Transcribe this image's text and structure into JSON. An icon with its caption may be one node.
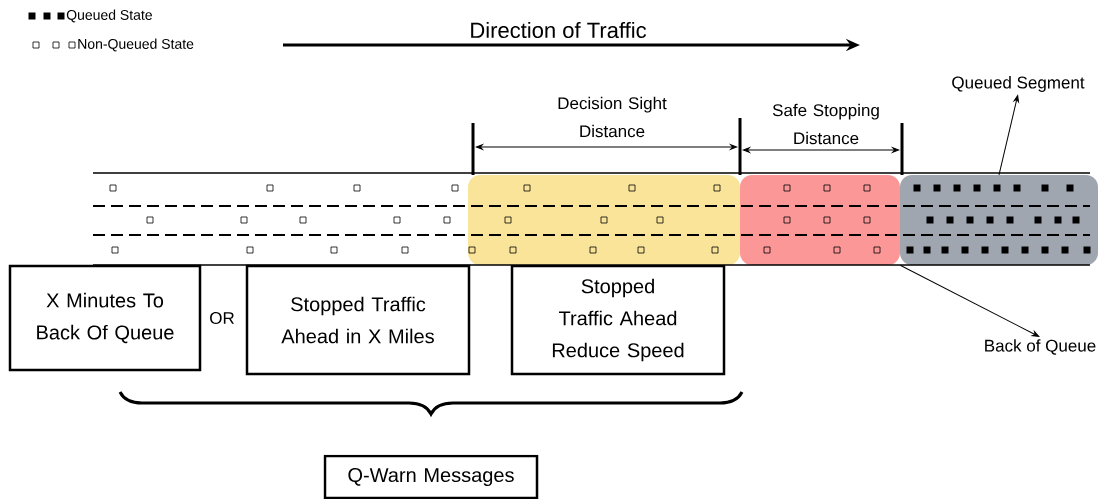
{
  "diagram": {
    "nodes": [
      {
        "text": [
          "X Minutes To Back Of Queue"
        ]
      },
      {
        "text": [
          "Stopped Traffic Ahead in X Miles"
        ]
      },
      {
        "text": [
          "Stopped Traffic Ahead Reduce Speed"
        ]
      },
      {
        "text": [
          "Q-Warn Messages"
        ]
      },
      {
        "text": [],
        "shape": "box"
      },
      {
        "text": [],
        "shape": "box"
      },
      {
        "text": [],
        "shape": "box"
      },
      {
        "text": [
          "Queued Segment"
        ]
      },
      {
        "text": [
          "Back of Queue"
        ]
      }
    ],
    "edges": [
      {
        "from": 6,
        "to": 7,
        "arrow": "to"
      },
      {
        "from": 5,
        "to": 8,
        "arrow": "to"
      }
    ],
    "labels": [
      "Direction of Traffic",
      "Decision Sight Distance",
      "Safe Stopping Distance",
      "OR"
    ],
    "legend": [
      {
        "text": "Queued State"
      },
      {
        "text": "Non-Queued State"
      }
    ]
  }
}
